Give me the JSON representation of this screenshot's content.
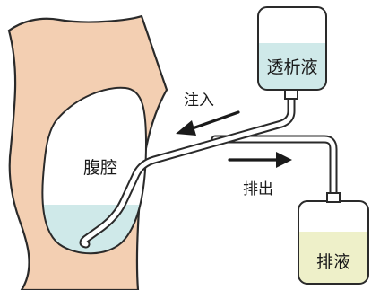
{
  "labels": {
    "dialysate_bag": "透析液",
    "abdominal_cavity": "腹腔",
    "inflow": "注入",
    "outflow": "排出",
    "drain_bag": "排液"
  },
  "colors": {
    "body_skin": "#f3cfb2",
    "body_outline": "#2a2a2a",
    "dialysate_fluid": "#cfe9e9",
    "drain_fluid": "#eef0c9",
    "tube_fill": "#ffffff",
    "arrow": "#1a1a1a"
  },
  "icons": {
    "inflow_arrow": "arrow-left-icon",
    "outflow_arrow": "arrow-right-icon"
  }
}
